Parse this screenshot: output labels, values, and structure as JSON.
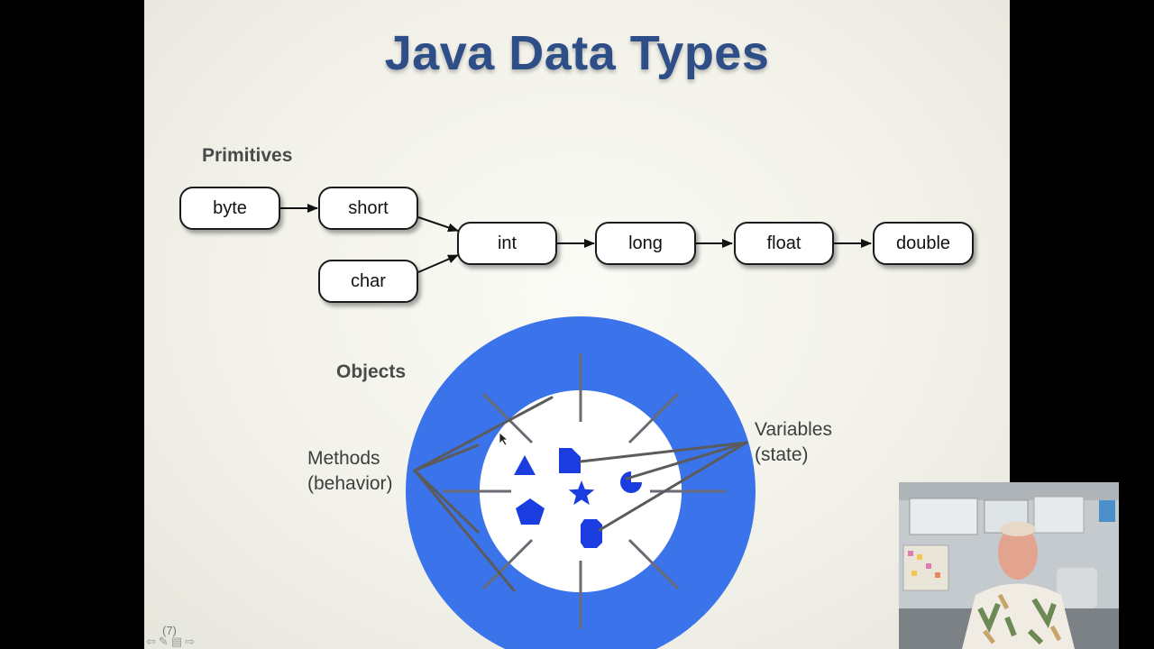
{
  "title": "Java Data Types",
  "primitives": {
    "label": "Primitives",
    "nodes": {
      "byte": "byte",
      "short": "short",
      "char": "char",
      "int": "int",
      "long": "long",
      "float": "float",
      "double": "double"
    }
  },
  "objects": {
    "label": "Objects",
    "methods_label_1": "Methods",
    "methods_label_2": "(behavior)",
    "variables_label_1": "Variables",
    "variables_label_2": "(state)"
  },
  "slide_number": "(7)",
  "colors": {
    "title": "#2e4e87",
    "object_ring": "#3b73ea",
    "object_core_shapes": "#1b3de0"
  }
}
